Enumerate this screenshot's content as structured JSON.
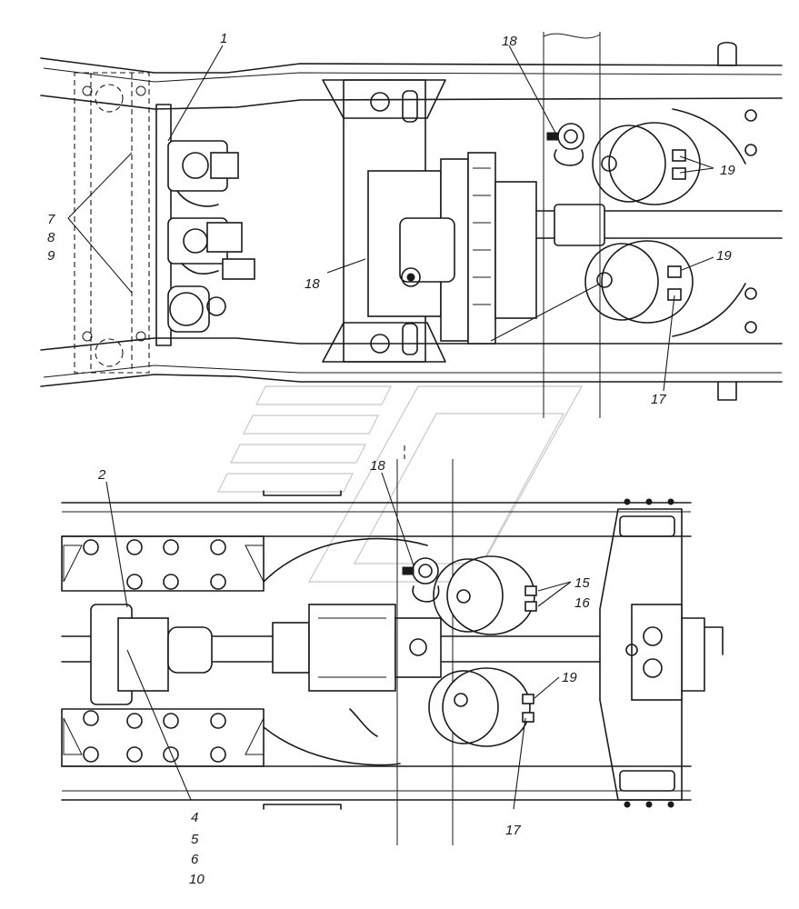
{
  "callouts": {
    "top": {
      "c1": "1",
      "c18a": "18",
      "c19a": "19",
      "c7": "7",
      "c8": "8",
      "c9": "9",
      "c18b": "18",
      "c19b": "19",
      "c17": "17"
    },
    "bottom": {
      "c2": "2",
      "c18": "18",
      "c15": "15",
      "c16": "16",
      "c19": "19",
      "c17": "17",
      "c4": "4",
      "c5": "5",
      "c6": "6",
      "c10": "10"
    }
  }
}
